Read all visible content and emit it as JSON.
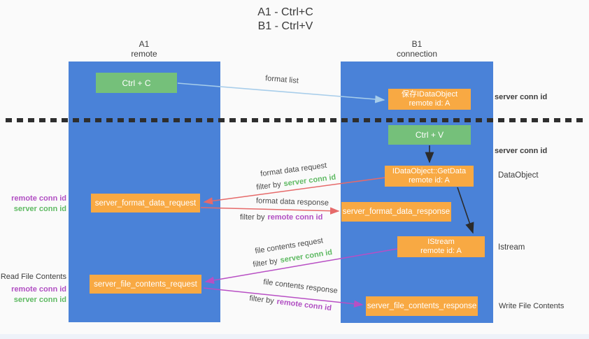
{
  "title": {
    "line1": "A1 - Ctrl+C",
    "line2": "B1 - Ctrl+V"
  },
  "lanes": {
    "left": {
      "header_top": "A1",
      "header_bottom": "remote"
    },
    "right": {
      "header_top": "B1",
      "header_bottom": "connection"
    }
  },
  "nodes": {
    "ctrl_c": {
      "label": "Ctrl + C"
    },
    "ctrl_v": {
      "label": "Ctrl + V"
    },
    "save_idataobject": {
      "line1": "保存IDataObject",
      "line2": "remote id: A"
    },
    "getdata": {
      "line1": "IDataObject::GetData",
      "line2": "remote id: A"
    },
    "istream": {
      "line1": "IStream",
      "line2": "remote id: A"
    },
    "server_format_data_request": {
      "label": "server_format_data_request"
    },
    "server_format_data_response": {
      "label": "server_format_data_response"
    },
    "server_file_contents_request": {
      "label": "server_file_contents_request"
    },
    "server_file_contents_response": {
      "label": "server_file_contents_response"
    }
  },
  "arrow_labels": {
    "format_list": "format list",
    "format_data_request": "format data request",
    "format_data_response": "format data response",
    "file_contents_request": "file contents request",
    "file_contents_response": "file contents response",
    "filter_by": "filter by",
    "server_conn_id": "server conn id",
    "remote_conn_id": "remote conn id"
  },
  "side_labels": {
    "right_server_conn_id_top": "server conn id",
    "right_server_conn_id_mid": "server conn id",
    "dataobject": "DataObject",
    "istream": "Istream",
    "write_file_contents": "Write File Contents",
    "read_file_contents": "Read File Contents",
    "left_remote_conn_id_1": "remote conn id",
    "left_server_conn_id_1": "server conn id",
    "left_remote_conn_id_2": "remote conn id",
    "left_server_conn_id_2": "server conn id"
  },
  "colors": {
    "lane_blue": "#4a82d8",
    "node_green": "#75c07a",
    "node_orange": "#f8a943",
    "arrow_light_blue": "#a7cdea",
    "arrow_red": "#e66a6a",
    "arrow_magenta": "#b84fc4",
    "text_green": "#5fba63",
    "text_magenta": "#b14fc3",
    "text_dark": "#3c3c3c"
  }
}
